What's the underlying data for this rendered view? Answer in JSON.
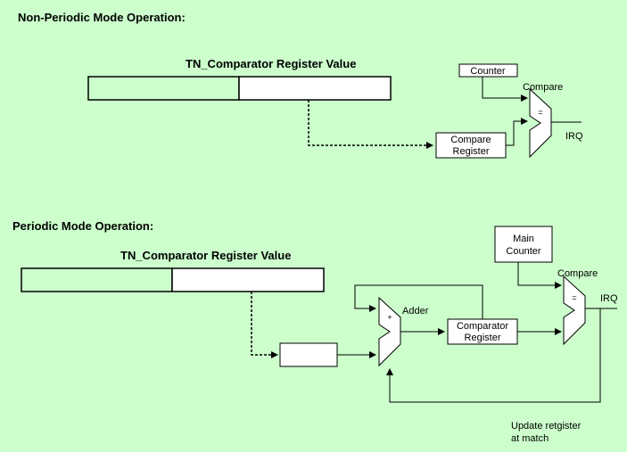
{
  "non_periodic": {
    "title": "Non-Periodic Mode Operation:",
    "register_label": "TN_Comparator Register Value",
    "counter": "Counter",
    "compare": "Compare",
    "compare_register_line1": "Compare",
    "compare_register_line2": "Register",
    "equals": "=",
    "irq": "IRQ"
  },
  "periodic": {
    "title": "Periodic Mode Operation:",
    "register_label": "TN_Comparator Register Value",
    "main_counter_line1": "Main",
    "main_counter_line2": "Counter",
    "compare": "Compare",
    "adder": "Adder",
    "plus": "+",
    "comparator_register_line1": "Comparator",
    "comparator_register_line2": "Register",
    "equals": "=",
    "irq": "IRQ",
    "update_line1": "Update retgister",
    "update_line2": "at match"
  },
  "colors": {
    "background": "#ccffcc",
    "box_fill": "#ffffff",
    "stroke": "#000000"
  }
}
